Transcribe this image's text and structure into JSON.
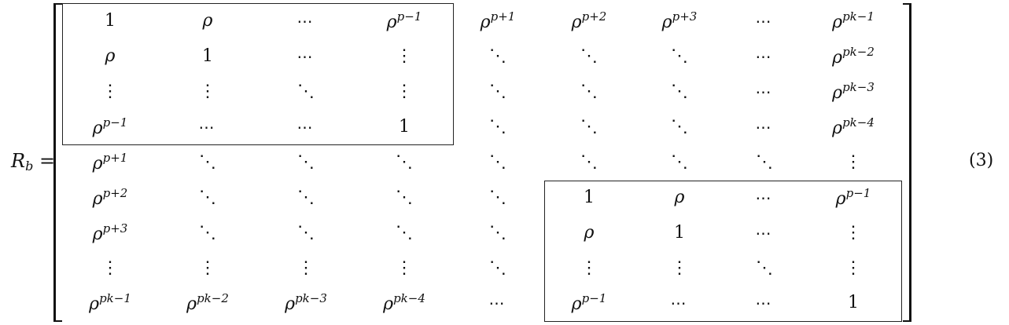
{
  "equation": {
    "lhs_symbol": "R",
    "lhs_subscript": "b",
    "equals": "=",
    "number": "(3)"
  },
  "matrix": {
    "rows": [
      [
        "1",
        "ρ",
        "⋯",
        "ρ^p−1",
        "ρ^p+1",
        "ρ^p+2",
        "ρ^p+3",
        "⋯",
        "ρ^pk−1"
      ],
      [
        "ρ",
        "1",
        "⋯",
        "⋮",
        "⋱",
        "⋱",
        "⋱",
        "⋯",
        "ρ^pk−2"
      ],
      [
        "⋮",
        "⋮",
        "⋱",
        "⋮",
        "⋱",
        "⋱",
        "⋱",
        "⋯",
        "ρ^pk−3"
      ],
      [
        "ρ^p−1",
        "⋯",
        "⋯",
        "1",
        "⋱",
        "⋱",
        "⋱",
        "⋯",
        "ρ^pk−4"
      ],
      [
        "ρ^p+1",
        "⋱",
        "⋱",
        "⋱",
        "⋱",
        "⋱",
        "⋱",
        "⋱",
        "⋮"
      ],
      [
        "ρ^p+2",
        "⋱",
        "⋱",
        "⋱",
        "⋱",
        "1",
        "ρ",
        "⋯",
        "ρ^p−1"
      ],
      [
        "ρ^p+3",
        "⋱",
        "⋱",
        "⋱",
        "⋱",
        "ρ",
        "1",
        "⋯",
        "⋮"
      ],
      [
        "⋮",
        "⋮",
        "⋮",
        "⋮",
        "⋱",
        "⋮",
        "⋮",
        "⋱",
        "⋮"
      ],
      [
        "ρ^pk−1",
        "ρ^pk−2",
        "ρ^pk−3",
        "ρ^pk−4",
        "⋯",
        "ρ^p−1",
        "⋯",
        "⋯",
        "1"
      ]
    ],
    "boxed_blocks": [
      {
        "rows": [
          0,
          3
        ],
        "cols": [
          0,
          3
        ]
      },
      {
        "rows": [
          5,
          8
        ],
        "cols": [
          5,
          8
        ]
      }
    ]
  }
}
